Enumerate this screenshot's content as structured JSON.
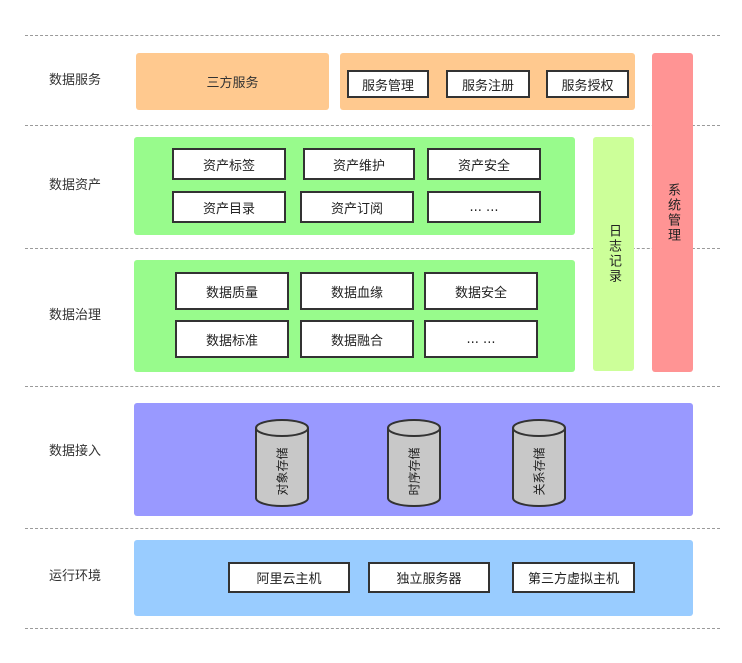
{
  "rows": [
    {
      "label": "数据服务"
    },
    {
      "label": "数据资产"
    },
    {
      "label": "数据治理"
    },
    {
      "label": "数据接入"
    },
    {
      "label": "运行环境"
    }
  ],
  "services": {
    "third_party": "三方服务",
    "items": [
      "服务管理",
      "服务注册",
      "服务授权"
    ]
  },
  "assets": {
    "items": [
      "资产标签",
      "资产维护",
      "资产安全",
      "资产目录",
      "资产订阅",
      "... ..."
    ]
  },
  "governance": {
    "items": [
      "数据质量",
      "数据血缘",
      "数据安全",
      "数据标准",
      "数据融合",
      "... ..."
    ]
  },
  "ingestion": {
    "stores": [
      "对象存储",
      "时序存储",
      "关系存储"
    ]
  },
  "runtime": {
    "items": [
      "阿里云主机",
      "独立服务器",
      "第三方虚拟主机"
    ]
  },
  "side": {
    "log": "日志记录",
    "system": "系统管理"
  },
  "colors": {
    "services": "#ffc98f",
    "assets": "#98fb8c",
    "governance": "#98fb8c",
    "log": "#ccff99",
    "system": "#ff9494",
    "ingestion": "#9999ff",
    "runtime": "#99ccff",
    "cylinder": "#c8c8c8"
  }
}
